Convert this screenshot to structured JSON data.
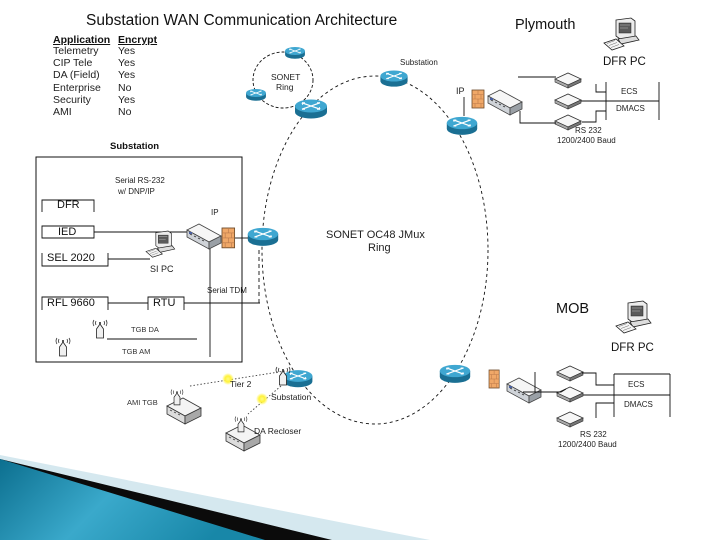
{
  "title": "Substation WAN Communication Architecture",
  "encryption_table": {
    "headers": {
      "application": "Application",
      "encrypt": "Encrypt"
    },
    "rows": [
      {
        "application": "Telemetry",
        "encrypt": "Yes"
      },
      {
        "application": "CIP Tele",
        "encrypt": "Yes"
      },
      {
        "application": "DA (Field)",
        "encrypt": "Yes"
      },
      {
        "application": "Enterprise",
        "encrypt": "No"
      },
      {
        "application": "Security",
        "encrypt": "Yes"
      },
      {
        "application": "AMI",
        "encrypt": "No"
      }
    ]
  },
  "sonet_ring": {
    "line1": "SONET",
    "line2": "Ring"
  },
  "core_ring": {
    "line1": "SONET OC48 JMux",
    "line2": "Ring"
  },
  "plymouth": {
    "title": "Plymouth",
    "dfr_pc": "DFR PC",
    "substation": "Substation",
    "ip": "IP",
    "ecs": "ECS",
    "dmacs": "DMACS",
    "rs232": "RS 232",
    "baud": "1200/2400 Baud"
  },
  "substation": {
    "heading": "Substation",
    "serial_line1": "Serial RS-232",
    "serial_line2": "w/ DNP/IP",
    "dfr": "DFR",
    "ied": "IED",
    "sel": "SEL 2020",
    "rfl": "RFL 9660",
    "rtu": "RTU",
    "ip": "IP",
    "si_pc": "SI PC",
    "serial_tdm": "Serial TDM",
    "tgb_da": "TGB DA",
    "tgb_am": "TGB AM"
  },
  "field": {
    "tier2": "Tier 2",
    "substation": "Substation",
    "ami_tgb": "AMI TGB",
    "da_recloser": "DA Recloser"
  },
  "mob": {
    "title": "MOB",
    "dfr_pc": "DFR PC",
    "ecs": "ECS",
    "dmacs": "DMACS",
    "rs232": "RS 232",
    "baud": "1200/2400 Baud"
  },
  "colors": {
    "router_top": "#3fa7d1",
    "router_body": "#1a6f93",
    "firewall": "#f0a868",
    "wireless_burst": "#fff23a",
    "corner_teal": "#1587a8",
    "corner_light": "#d5e8ef",
    "corner_dark": "#0b0b0b"
  }
}
